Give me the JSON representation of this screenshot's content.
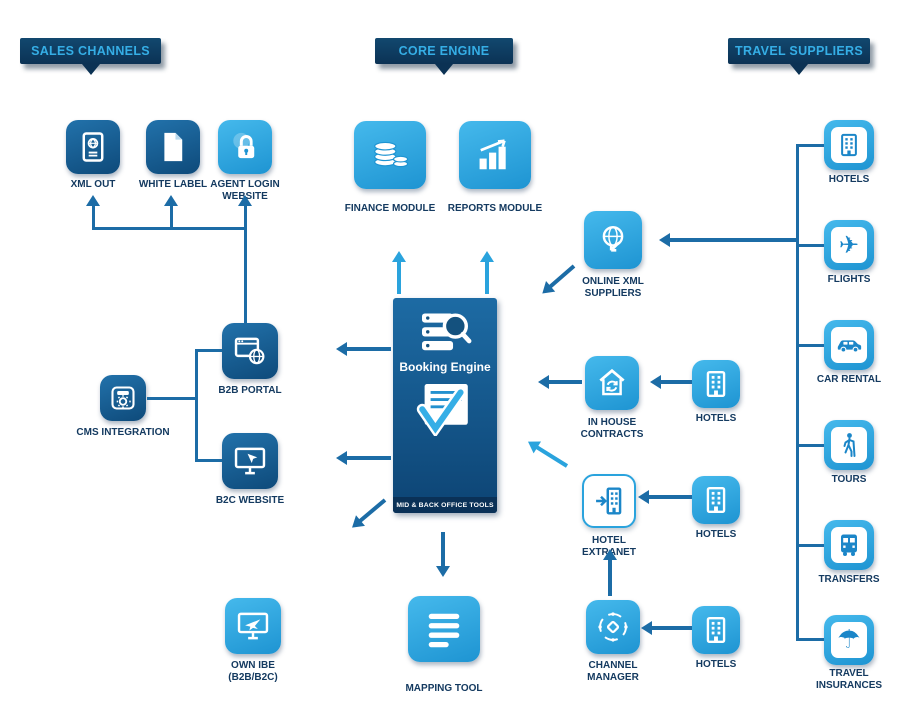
{
  "headers": {
    "sales_channels": "SALES CHANNELS",
    "core_engine": "CORE ENGINE",
    "travel_suppliers": "TRAVEL SUPPLIERS"
  },
  "sales": {
    "xml_out": "XML OUT",
    "white_label": "WHITE LABEL",
    "agent_login_website": "AGENT LOGIN WEBSITE",
    "b2b_portal": "B2B PORTAL",
    "cms_integration": "CMS INTEGRATION",
    "b2c_website": "B2C WEBSITE",
    "own_ibe": "OWN IBE (B2B/B2C)"
  },
  "core": {
    "finance_module": "FINANCE MODULE",
    "reports_module": "REPORTS MODULE",
    "booking_engine": "Booking Engine",
    "mid_back_office": "MID & BACK OFFICE TOOLS",
    "mapping_tool": "MAPPING TOOL"
  },
  "supply": {
    "online_xml_suppliers": "ONLINE XML SUPPLIERS",
    "in_house_contracts": "IN HOUSE CONTRACTS",
    "hotel_extranet": "HOTEL EXTRANET",
    "channel_manager": "CHANNEL MANAGER",
    "hotels_in_house": "HOTELS",
    "hotels_extranet": "HOTELS",
    "hotels_channel": "HOTELS"
  },
  "suppliers": {
    "hotels": "HOTELS",
    "flights": "FLIGHTS",
    "car_rental": "CAR RENTAL",
    "tours": "TOURS",
    "transfers": "TRANSFERS",
    "travel_insurances": "TRAVEL INSURANCES"
  },
  "colors": {
    "dark_navy": "#0b3254",
    "dark_tile": "#135a8c",
    "light_tile": "#29a8e0",
    "label_text": "#143a60",
    "arrow_dark": "#1c6ca6",
    "arrow_light": "#2aa3dd",
    "header_text": "#35aee6"
  }
}
